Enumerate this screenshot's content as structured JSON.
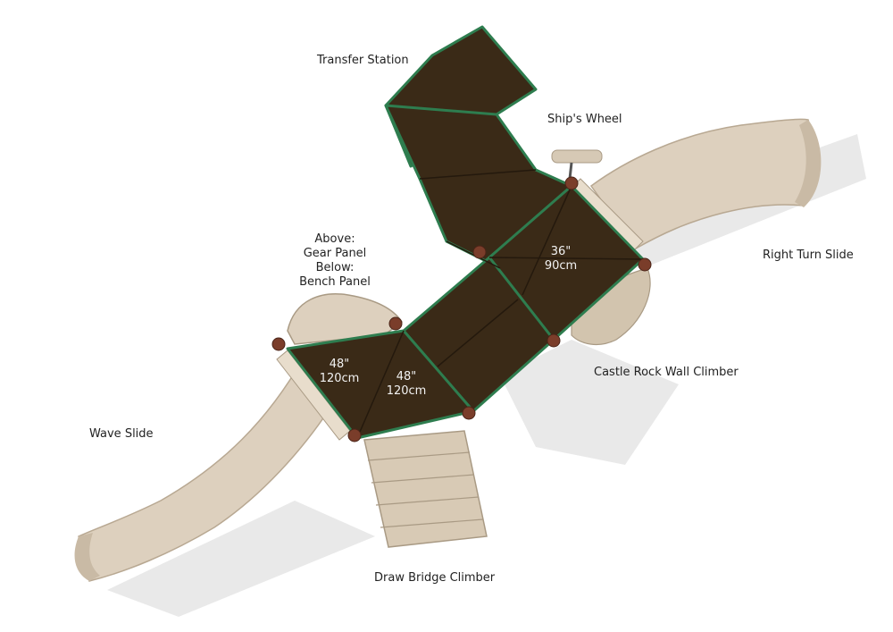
{
  "labels": {
    "transfer_station": "Transfer Station",
    "ships_wheel": "Ship's Wheel",
    "above": "Above:",
    "gear_panel": "Gear Panel",
    "below": "Below:",
    "bench_panel": "Bench Panel",
    "right_turn_slide": "Right Turn Slide",
    "castle_rock_wall_climber": "Castle Rock Wall Climber",
    "wave_slide": "Wave Slide",
    "draw_bridge_climber": "Draw Bridge Climber"
  },
  "dimensions": {
    "deck_a_in": "36\"",
    "deck_a_cm": "90cm",
    "deck_b_in": "48\"",
    "deck_b_cm": "120cm",
    "deck_c_in": "48\"",
    "deck_c_cm": "120cm"
  },
  "colors": {
    "deck": "#3a2a17",
    "deck_edge": "#2e7d4f",
    "slide": "#ddd0be",
    "slide_shade": "#c9baa5",
    "post": "#7a3d2a",
    "shadow": "#e6e6e6"
  }
}
